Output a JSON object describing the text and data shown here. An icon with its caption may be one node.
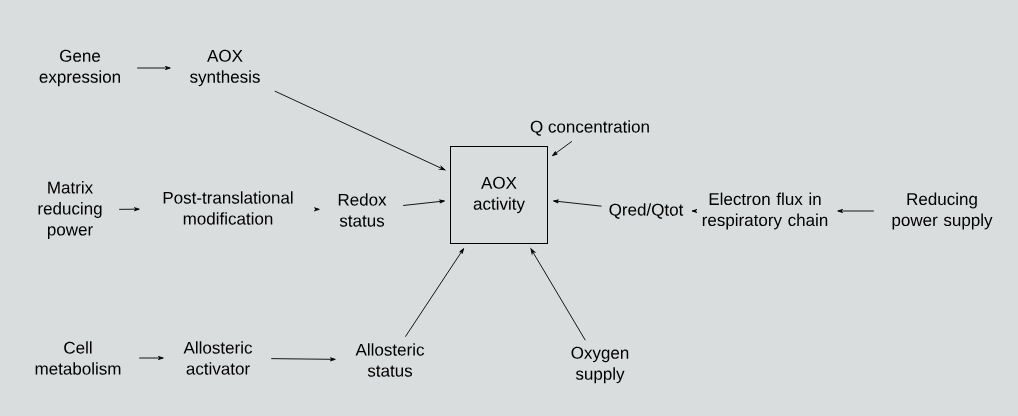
{
  "diagram": {
    "nodes": [
      {
        "text": [
          "Gene expression"
        ]
      },
      {
        "text": [
          "AOX synthesis"
        ]
      },
      {
        "text": [
          "Q concentration"
        ]
      },
      {
        "text": [
          "Matrix reducing power"
        ]
      },
      {
        "text": [
          "Post-translational modification"
        ]
      },
      {
        "text": [
          "Redox status"
        ]
      },
      {
        "text": [
          "AOX activity"
        ]
      },
      {
        "text": [
          "Qred/Qtot"
        ]
      },
      {
        "text": [
          "Electron flux in respiratory chain"
        ]
      },
      {
        "text": [
          "Reducing power supply"
        ]
      },
      {
        "text": [
          "Cell metabolism"
        ]
      },
      {
        "text": [
          "Allosteric activator"
        ]
      },
      {
        "text": [
          "Allosteric status"
        ]
      },
      {
        "text": [
          "Oxygen supply"
        ]
      }
    ],
    "edges": [
      {
        "from": 0,
        "to": 1,
        "arrow": "to"
      },
      {
        "from": 1,
        "to": 6,
        "arrow": "to"
      },
      {
        "from": 2,
        "to": 6,
        "arrow": "to"
      },
      {
        "from": 3,
        "to": 4,
        "arrow": "to"
      },
      {
        "from": 4,
        "to": 5,
        "arrow": "to"
      },
      {
        "from": 5,
        "to": 6,
        "arrow": "to"
      },
      {
        "from": 7,
        "to": 6,
        "arrow": "to"
      },
      {
        "from": 8,
        "to": 7,
        "arrow": "to"
      },
      {
        "from": 9,
        "to": 8,
        "arrow": "to"
      },
      {
        "from": 10,
        "to": 11,
        "arrow": "to"
      },
      {
        "from": 11,
        "to": 12,
        "arrow": "to"
      },
      {
        "from": 12,
        "to": 6,
        "arrow": "to"
      },
      {
        "from": 13,
        "to": 6,
        "arrow": "to"
      }
    ]
  }
}
